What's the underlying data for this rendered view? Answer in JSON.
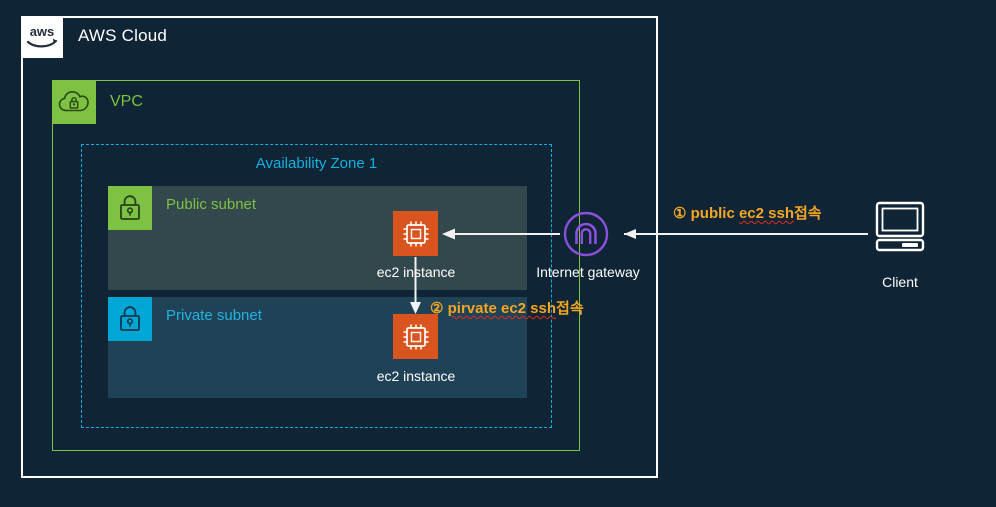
{
  "diagram": {
    "background_color": "#0f2434",
    "cloud": {
      "title": "AWS Cloud",
      "logo_text": "aws",
      "logo_name": "aws-logo",
      "border_color": "#ffffff"
    },
    "vpc": {
      "title": "VPC",
      "icon": "vpc-cloud-lock-icon",
      "color": "#7dc242"
    },
    "availability_zone": {
      "title": "Availability Zone 1",
      "color": "#12b0e0"
    },
    "subnets": [
      {
        "label": "Public subnet",
        "icon": "padlock-icon",
        "icon_color": "#7dc242",
        "text_color": "#7dc242",
        "fill": "#33484d"
      },
      {
        "label": "Private subnet",
        "icon": "padlock-icon",
        "icon_color": "#00a6d6",
        "text_color": "#22b3e0",
        "fill": "#1f4257"
      }
    ],
    "instances": [
      {
        "caption": "ec2 instance",
        "icon": "ec2-chip-icon",
        "color": "#d9541e"
      },
      {
        "caption": "ec2 instance",
        "icon": "ec2-chip-icon",
        "color": "#d9541e"
      }
    ],
    "internet_gateway": {
      "caption": "Internet gateway",
      "icon": "internet-gateway-icon",
      "color": "#8c4fde"
    },
    "client": {
      "caption": "Client",
      "icon": "desktop-computer-icon",
      "color": "#ffffff"
    },
    "annotations": [
      {
        "prefix": "① public ",
        "misspelled": "ec2 ssh",
        "suffix": "접속",
        "color": "#f5a623"
      },
      {
        "prefix": "② ",
        "misspelled": "pirvate ec2 ssh",
        "suffix": "접속",
        "color": "#f5a623"
      }
    ]
  }
}
